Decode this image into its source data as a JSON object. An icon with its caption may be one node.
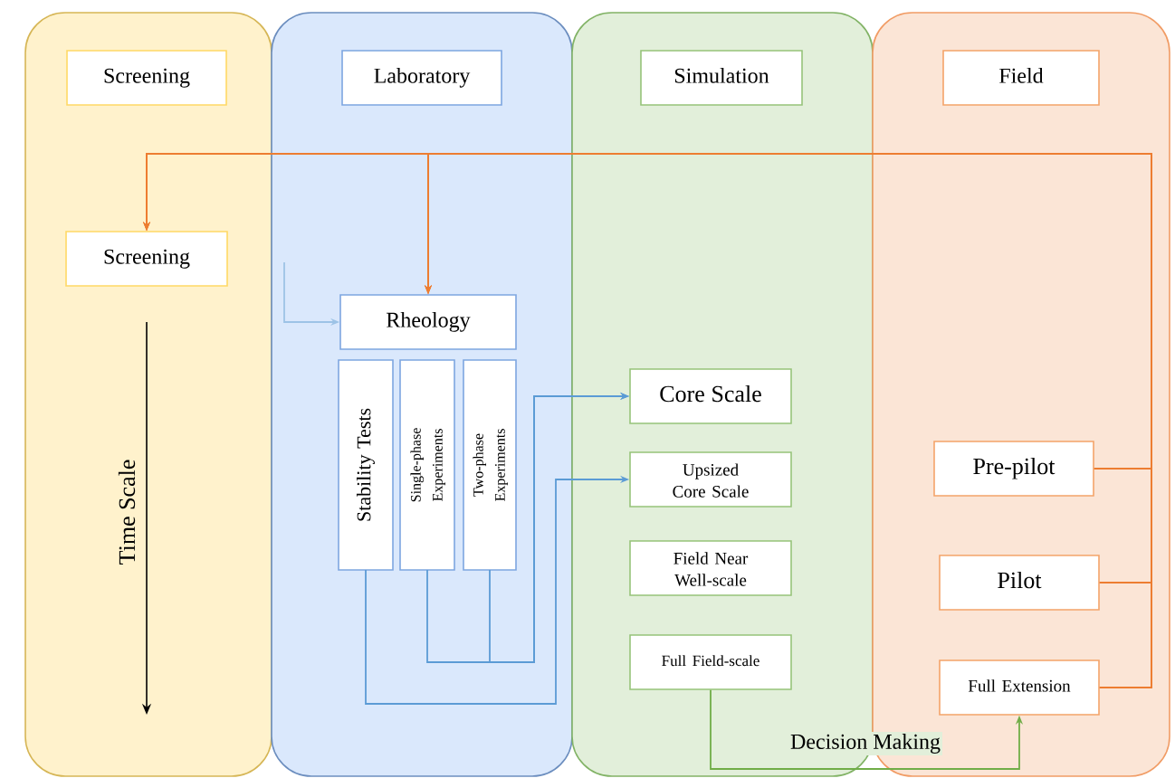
{
  "diagram": {
    "nodes": [
      {
        "text": [],
        "shape": "box"
      },
      {
        "text": [
          "Screening"
        ],
        "in": 0
      },
      {
        "text": [
          "Screening"
        ],
        "in": 0
      },
      {
        "text": [],
        "shape": "box"
      },
      {
        "text": [
          "Laboratory"
        ],
        "in": 3
      },
      {
        "text": [
          "Rheology"
        ],
        "in": 3
      },
      {
        "text": [
          "Stability Tests"
        ],
        "in": 3
      },
      {
        "text": [
          "Single-phase Experiments"
        ],
        "in": 3
      },
      {
        "text": [
          "Two-phase Experiments"
        ],
        "in": 3
      },
      {
        "text": [],
        "shape": "box"
      },
      {
        "text": [
          "Simulation"
        ],
        "in": 9
      },
      {
        "text": [
          "Core Scale"
        ],
        "in": 9
      },
      {
        "text": [
          "Upsized Core Scale"
        ],
        "in": 9
      },
      {
        "text": [
          "Field Near Well-scale"
        ],
        "in": 9
      },
      {
        "text": [
          "Full Field-scale"
        ],
        "in": 9
      },
      {
        "text": [],
        "shape": "box"
      },
      {
        "text": [
          "Field"
        ],
        "in": 15
      },
      {
        "text": [
          "Pre-pilot"
        ],
        "in": 15
      },
      {
        "text": [
          "Pilot"
        ],
        "in": 15
      },
      {
        "text": [
          "Full Extension"
        ],
        "in": 15
      }
    ],
    "edges": [
      {
        "from": 17,
        "to": 2,
        "arrow": "to",
        "color": "#ed7d31"
      },
      {
        "from": 18,
        "to": 2,
        "arrow": "to",
        "color": "#ed7d31"
      },
      {
        "from": 19,
        "to": 2,
        "arrow": "to",
        "color": "#ed7d31"
      },
      {
        "from": 17,
        "to": 5,
        "arrow": "to",
        "color": "#ed7d31"
      },
      {
        "from": 18,
        "to": 5,
        "arrow": "to",
        "color": "#ed7d31"
      },
      {
        "from": 19,
        "to": 5,
        "arrow": "to",
        "color": "#ed7d31"
      },
      {
        "from": 3,
        "to": 5,
        "arrow": "to",
        "color": "#9dc3e6"
      },
      {
        "from": 7,
        "to": 11,
        "arrow": "to",
        "color": "#5b9bd5"
      },
      {
        "from": 8,
        "to": 11,
        "arrow": "to",
        "color": "#5b9bd5"
      },
      {
        "from": 6,
        "to": 12,
        "arrow": "to",
        "color": "#5b9bd5"
      },
      {
        "from": 14,
        "to": 19,
        "arrow": "to",
        "label": "Decision Making",
        "color": "#70ad47"
      }
    ],
    "labels": [
      "Time Scale"
    ]
  }
}
